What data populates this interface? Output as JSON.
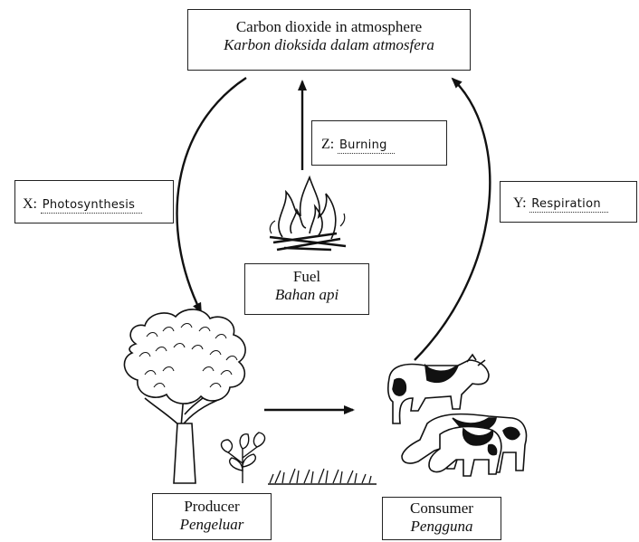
{
  "atmosphere": {
    "en": "Carbon dioxide in atmosphere",
    "ms": "Karbon dioksida dalam atmosfera"
  },
  "fuel": {
    "en": "Fuel",
    "ms": "Bahan api"
  },
  "producer": {
    "en": "Producer",
    "ms": "Pengeluar"
  },
  "consumer": {
    "en": "Consumer",
    "ms": "Pengguna"
  },
  "process_x": {
    "letter": "X:",
    "answer": "Photosynthesis"
  },
  "process_y": {
    "letter": "Y:",
    "answer": "Respiration"
  },
  "process_z": {
    "letter": "Z:",
    "answer": "Burning"
  },
  "icons": [
    "fire-icon",
    "tree-icon",
    "shrub-icon",
    "grass-icon",
    "cow-icon"
  ]
}
